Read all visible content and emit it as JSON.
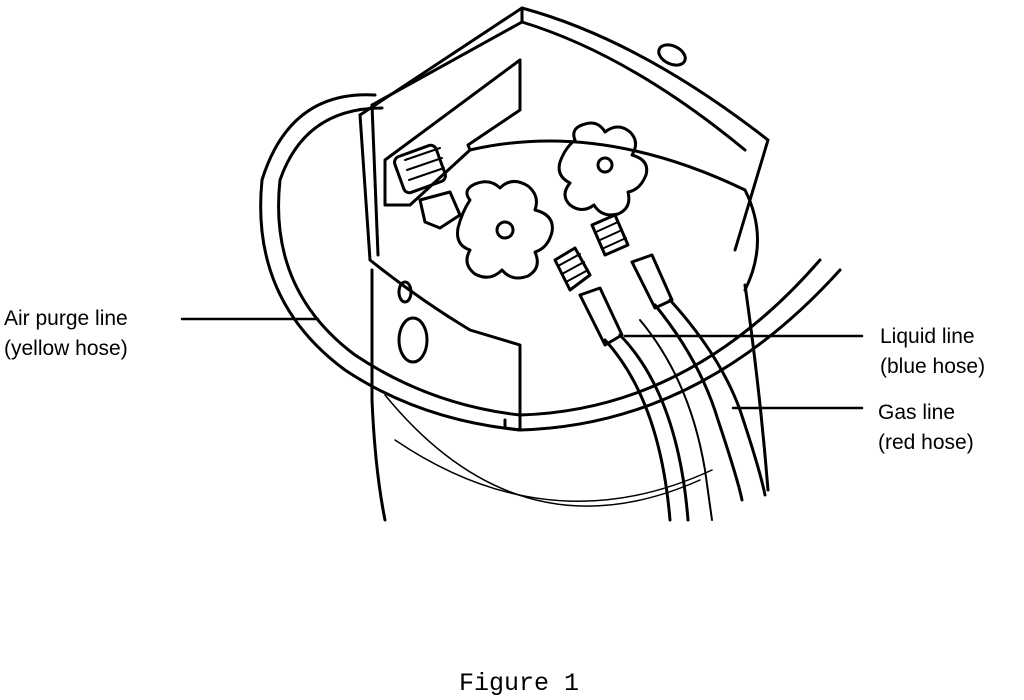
{
  "labels": {
    "air_purge": [
      "Air purge line",
      "(yellow hose)"
    ],
    "liquid": [
      "Liquid line",
      "(blue hose)"
    ],
    "gas": [
      "Gas line",
      "(red hose)"
    ]
  },
  "caption": "Figure 1"
}
